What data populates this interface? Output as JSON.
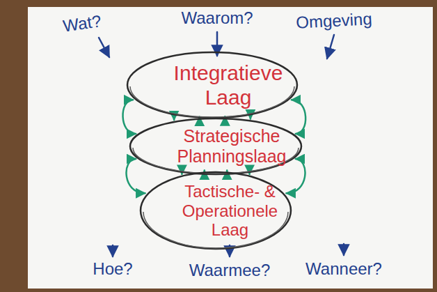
{
  "diagram": {
    "nodes": [
      {
        "text": [
          "Integratieve Laag"
        ]
      },
      {
        "text": [
          "Strategische Planningslaag"
        ]
      },
      {
        "text": [
          "Tactische- & Operationele Laag"
        ]
      }
    ],
    "edges": [
      {
        "from": 0,
        "to": 1,
        "arrow": "to"
      },
      {
        "from": 0,
        "to": 1,
        "arrow": "to"
      },
      {
        "from": 0,
        "to": 1,
        "arrow": "to"
      },
      {
        "from": 0,
        "to": 1,
        "arrow": "to"
      },
      {
        "from": 1,
        "to": 2,
        "arrow": "to"
      },
      {
        "from": 1,
        "to": 2,
        "arrow": "to"
      },
      {
        "from": 1,
        "to": 2,
        "arrow": "to"
      },
      {
        "from": 1,
        "to": 2,
        "arrow": "to"
      },
      {
        "from": 0,
        "to": 1,
        "arrow": "both"
      },
      {
        "from": 0,
        "to": 1,
        "arrow": "both"
      },
      {
        "from": 1,
        "to": 2,
        "arrow": "both"
      },
      {
        "from": 1,
        "to": 2,
        "arrow": "both"
      }
    ],
    "labels": [
      "Wat?",
      "Waarom?",
      "Omgeving",
      "Hoe?",
      "Waarmee?",
      "Wanneer?"
    ]
  }
}
